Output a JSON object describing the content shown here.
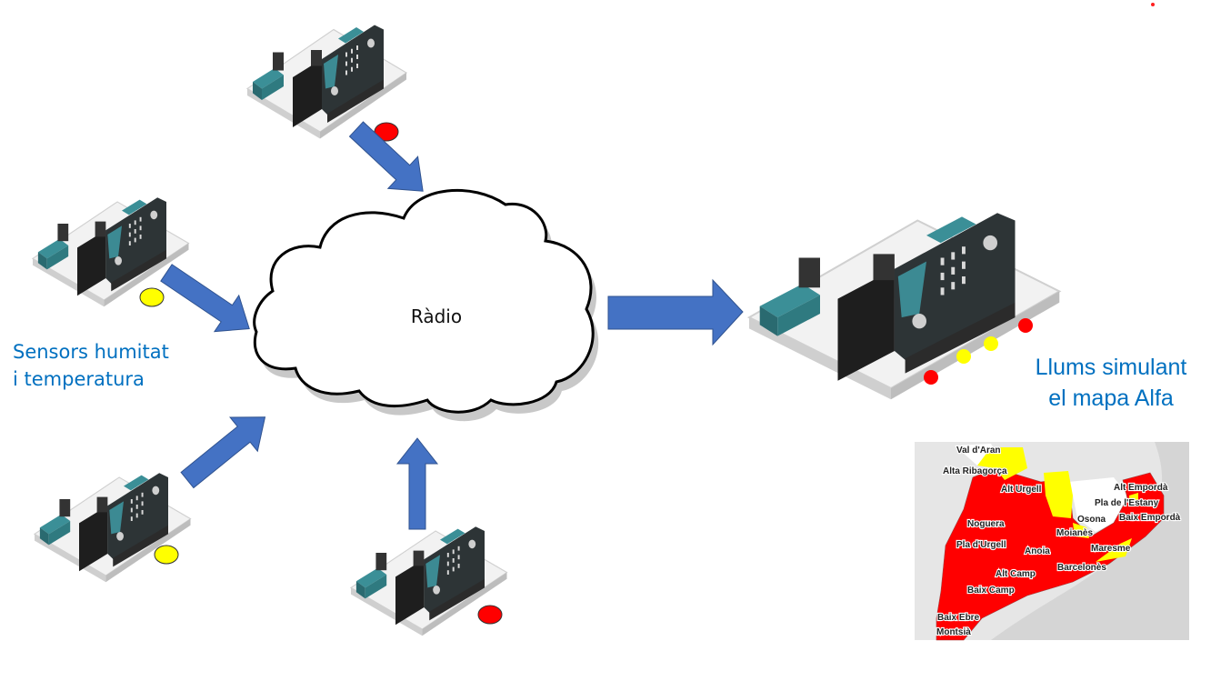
{
  "labels": {
    "sensors": [
      "Sensors humitat",
      "i temperatura"
    ],
    "lights": [
      "Llums simulant",
      "el mapa Alfa"
    ],
    "cloud": "Ràdio"
  },
  "colors": {
    "arrow": "#4472c4",
    "arrow_border": "#2f528f",
    "label_blue": "#0070c0",
    "led_red": "#ff0000",
    "led_yellow": "#ffff00",
    "map_red": "#ff0000",
    "map_yellow": "#ffff00"
  },
  "sensors": [
    {
      "id": "sensor-top",
      "led": "red"
    },
    {
      "id": "sensor-left-upper",
      "led": "yellow"
    },
    {
      "id": "sensor-left-lower",
      "led": "yellow"
    },
    {
      "id": "sensor-bottom",
      "led": "red"
    }
  ],
  "receiver": {
    "leds": [
      "red",
      "yellow",
      "yellow",
      "red"
    ]
  },
  "map": {
    "regions": [
      "Val d'Aran",
      "Alta Ribagorça",
      "Alt Urgell",
      "Alt Empordà",
      "Pla de l'Estany",
      "Osona",
      "Baix Empordà",
      "Noguera",
      "Moianès",
      "Pla d'Urgell",
      "Anoia",
      "Maresme",
      "Barcelonès",
      "Alt Camp",
      "Baix Camp",
      "Baix Ebre",
      "Montsià"
    ]
  }
}
